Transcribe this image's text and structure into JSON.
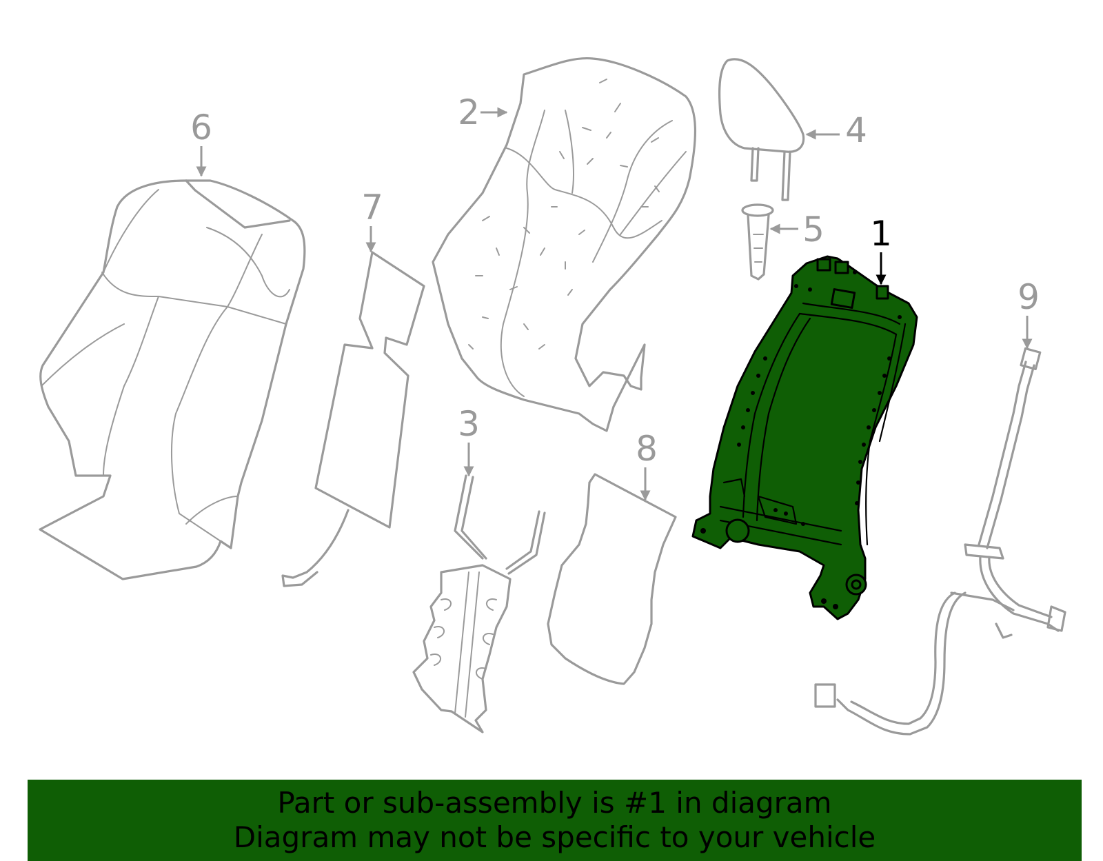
{
  "diagram": {
    "highlight_color": "#0f5e05",
    "callouts": [
      {
        "id": "1",
        "label": "1",
        "highlighted": true
      },
      {
        "id": "2",
        "label": "2",
        "highlighted": false
      },
      {
        "id": "3",
        "label": "3",
        "highlighted": false
      },
      {
        "id": "4",
        "label": "4",
        "highlighted": false
      },
      {
        "id": "5",
        "label": "5",
        "highlighted": false
      },
      {
        "id": "6",
        "label": "6",
        "highlighted": false
      },
      {
        "id": "7",
        "label": "7",
        "highlighted": false
      },
      {
        "id": "8",
        "label": "8",
        "highlighted": false
      },
      {
        "id": "9",
        "label": "9",
        "highlighted": false
      }
    ]
  },
  "banner": {
    "line1": "Part or sub-assembly is #1 in diagram",
    "line2": "Diagram may not be specific to your vehicle",
    "background": "#0f5e05"
  }
}
